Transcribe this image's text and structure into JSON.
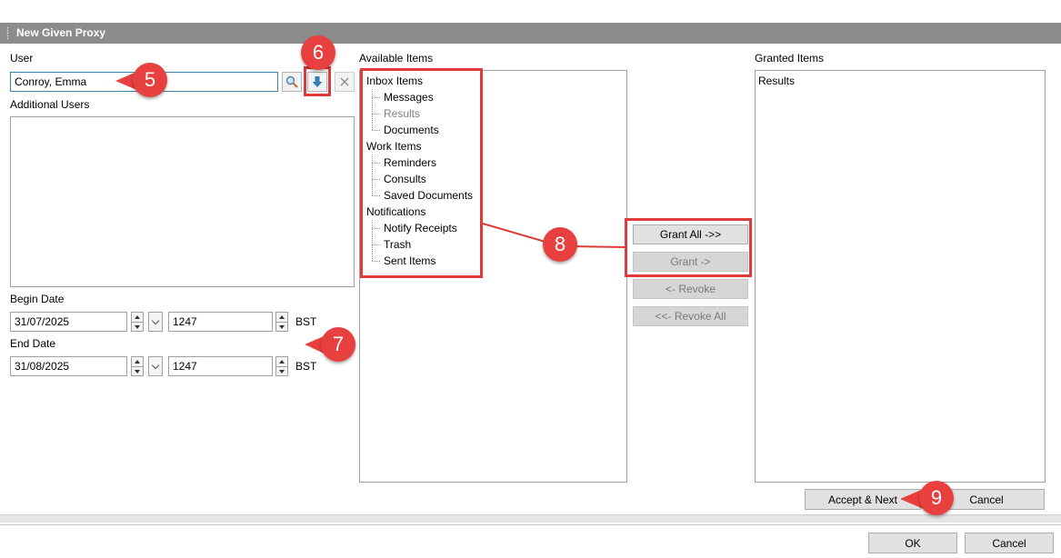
{
  "window": {
    "title": "New Given Proxy"
  },
  "user": {
    "label": "User",
    "value": "Conroy, Emma",
    "search_icon": "magnifier-icon",
    "add_icon": "down-arrow-icon",
    "clear_icon": "close-x-icon"
  },
  "additional_users": {
    "label": "Additional Users"
  },
  "begin_date": {
    "label": "Begin Date",
    "date": "31/07/2025",
    "time": "1247",
    "tz": "BST"
  },
  "end_date": {
    "label": "End Date",
    "date": "31/08/2025",
    "time": "1247",
    "tz": "BST"
  },
  "available": {
    "label": "Available Items",
    "groups": [
      {
        "label": "Inbox Items",
        "children": [
          "Messages",
          "Results",
          "Documents"
        ]
      },
      {
        "label": "Work Items",
        "children": [
          "Reminders",
          "Consults",
          "Saved Documents"
        ]
      },
      {
        "label": "Notifications",
        "children": [
          "Notify Receipts",
          "Trash",
          "Sent Items"
        ]
      }
    ]
  },
  "granted": {
    "label": "Granted Items",
    "items": [
      "Results"
    ]
  },
  "buttons": {
    "grant_all": "Grant All ->>",
    "grant": "Grant ->",
    "revoke": "<- Revoke",
    "revoke_all": "<<- Revoke All",
    "accept_next": "Accept & Next",
    "cancel_inner": "Cancel",
    "ok": "OK",
    "cancel": "Cancel"
  },
  "callouts": [
    "5",
    "6",
    "7",
    "8",
    "9"
  ],
  "colors": {
    "callout": "#e8403f",
    "titlebar": "#8c8c8c",
    "focus": "#3c7fb1"
  }
}
